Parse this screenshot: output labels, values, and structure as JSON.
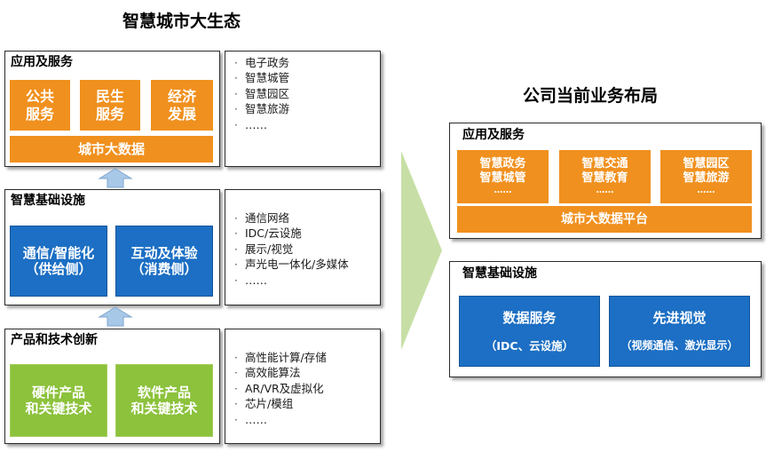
{
  "left": {
    "title": "智慧城市大生态",
    "apps": {
      "title": "应用及服务",
      "boxes": [
        {
          "line1": "公共",
          "line2": "服务"
        },
        {
          "line1": "民生",
          "line2": "服务"
        },
        {
          "line1": "经济",
          "line2": "发展"
        }
      ],
      "bar": "城市大数据",
      "list": [
        "电子政务",
        "智慧城管",
        "智慧园区",
        "智慧旅游",
        "……"
      ]
    },
    "infra": {
      "title": "智慧基础设施",
      "boxes": [
        {
          "line1": "通信/智能化",
          "line2": "（供给侧）"
        },
        {
          "line1": "互动及体验",
          "line2": "（消费侧）"
        }
      ],
      "list": [
        "通信网络",
        "IDC/云设施",
        "展示/视觉",
        "声光电一体化/多媒体",
        "……"
      ]
    },
    "products": {
      "title": "产品和技术创新",
      "boxes": [
        {
          "line1": "硬件产品",
          "line2": "和关键技术"
        },
        {
          "line1": "软件产品",
          "line2": "和关键技术"
        }
      ],
      "list": [
        "高性能计算/存储",
        "高效能算法",
        "AR/VR及虚拟化",
        "芯片/模组",
        "……"
      ]
    }
  },
  "right": {
    "title": "公司当前业务布局",
    "apps": {
      "title": "应用及服务",
      "boxes": [
        {
          "line1": "智慧政务",
          "line2": "智慧城管",
          "line3": "……"
        },
        {
          "line1": "智慧交通",
          "line2": "智慧教育",
          "line3": "……"
        },
        {
          "line1": "智慧园区",
          "line2": "智慧旅游",
          "line3": "……"
        }
      ],
      "bar": "城市大数据平台"
    },
    "infra": {
      "title": "智慧基础设施",
      "boxes": [
        {
          "line1": "数据服务",
          "line2": "（IDC、云设施）"
        },
        {
          "line1": "先进视觉",
          "line2": "（视频通信、激光显示）"
        }
      ]
    }
  },
  "colors": {
    "orange": "#f0901e",
    "blue": "#1c6fc4",
    "green": "#8cc23c",
    "arrow": "#c7dfa6",
    "up_arrow": "#a8c8e8"
  }
}
